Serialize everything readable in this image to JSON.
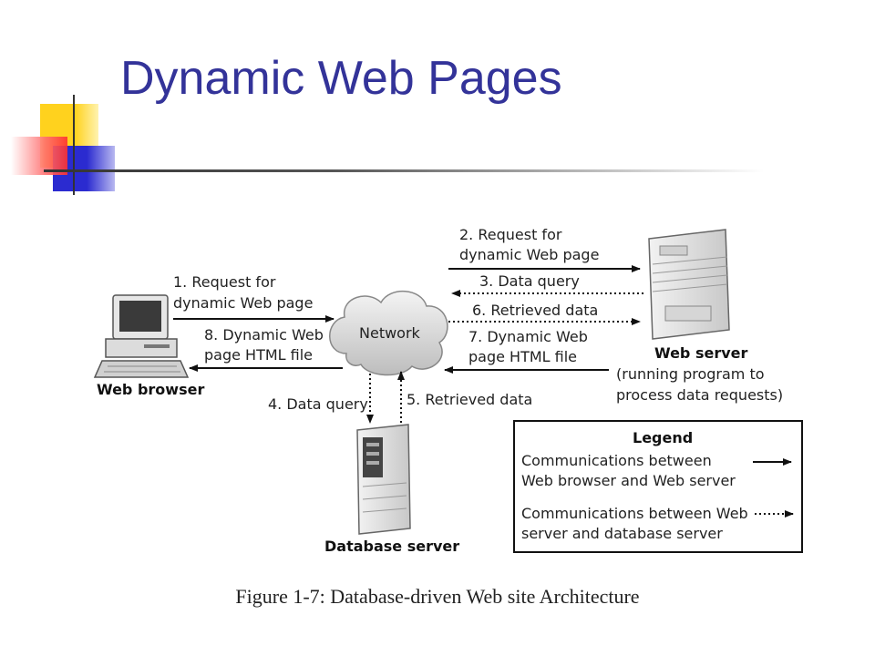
{
  "slide": {
    "title": "Dynamic Web Pages",
    "caption": "Figure 1-7: Database-driven Web site Architecture"
  },
  "diagram": {
    "nodes": {
      "browser": "Web browser",
      "network": "Network",
      "web_server": "Web server",
      "web_server_note_1": "(running program to",
      "web_server_note_2": "process data requests)",
      "database_server": "Database server"
    },
    "flows": {
      "f1_line1": "1. Request for",
      "f1_line2": "dynamic Web page",
      "f8_line1": "8. Dynamic Web",
      "f8_line2": "page HTML file",
      "f2_line1": "2. Request for",
      "f2_line2": "dynamic Web page",
      "f3": "3. Data query",
      "f6": "6. Retrieved data",
      "f7_line1": "7. Dynamic Web",
      "f7_line2": "page HTML file",
      "f4": "4. Data query",
      "f5": "5. Retrieved data"
    },
    "legend": {
      "title": "Legend",
      "solid_line1": "Communications between",
      "solid_line2": "Web browser and Web server",
      "dotted_line1": "Communications between Web",
      "dotted_line2": "server and database server"
    }
  },
  "colors": {
    "title": "#333399",
    "deco_yellow": "#ffd21e",
    "deco_red": "#ff4040",
    "deco_blue": "#2b2bd0"
  }
}
